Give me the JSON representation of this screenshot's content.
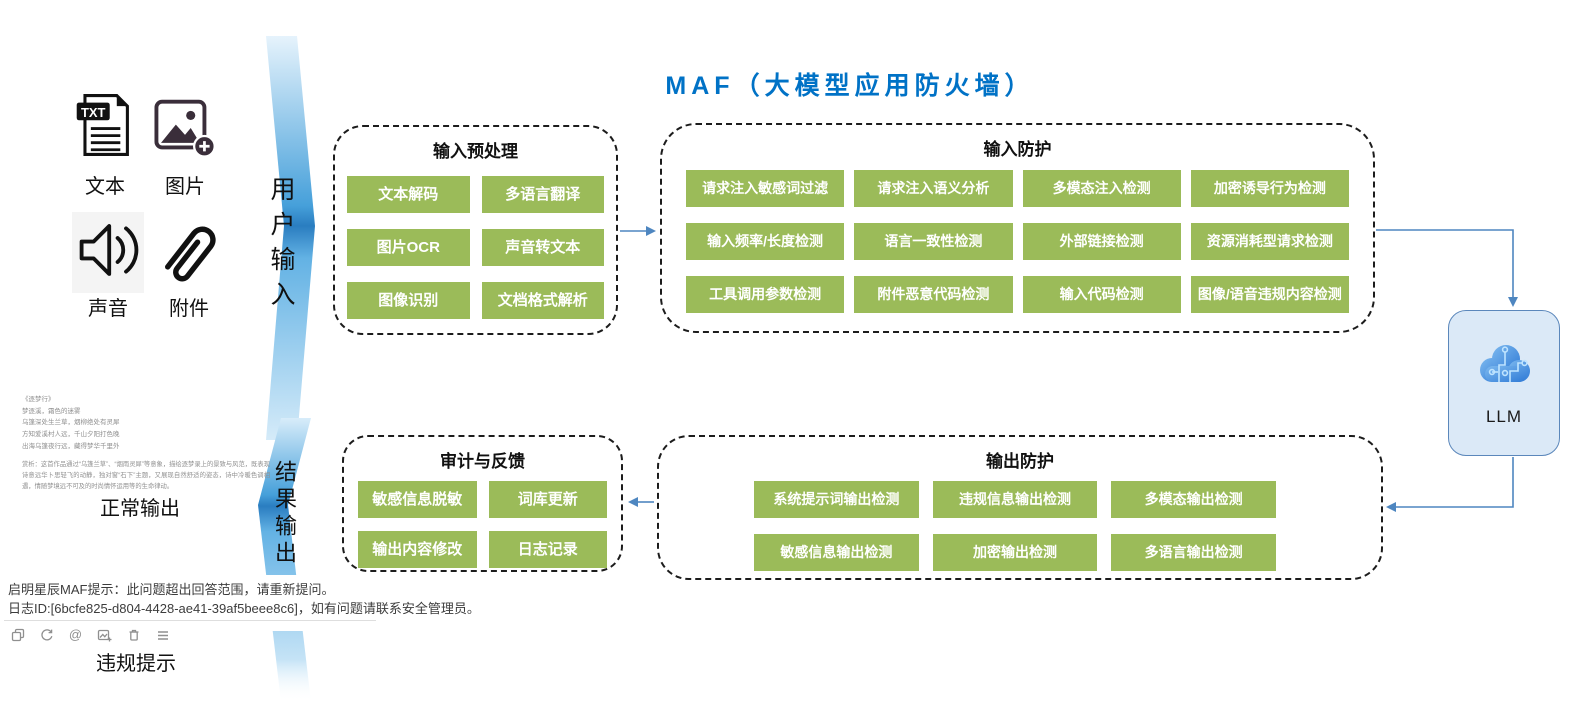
{
  "header": {
    "title": "MAF（大模型应用防火墙）"
  },
  "colors": {
    "accent_blue": "#0072c6",
    "block_green": "#9bbb59",
    "arrow_blue": "#4e86c0",
    "llm_fill": "#dbe9f7",
    "llm_border": "#5b87bb"
  },
  "inputs": {
    "items": [
      {
        "icon": "txt-file-icon",
        "label": "文本"
      },
      {
        "icon": "image-add-icon",
        "label": "图片"
      },
      {
        "icon": "speaker-icon",
        "label": "声音"
      },
      {
        "icon": "paperclip-icon",
        "label": "附件"
      }
    ]
  },
  "flow": {
    "user_input": "用户输入",
    "result_output": "结果输出"
  },
  "groups": [
    {
      "title": "输入预处理",
      "items": [
        "文本解码",
        "多语言翻译",
        "图片OCR",
        "声音转文本",
        "图像识别",
        "文档格式解析"
      ]
    },
    {
      "title": "输入防护",
      "items": [
        "请求注入敏感词过滤",
        "请求注入语义分析",
        "多模态注入检测",
        "加密诱导行为检测",
        "输入频率/长度检测",
        "语言一致性检测",
        "外部链接检测",
        "资源消耗型请求检测",
        "工具调用参数检测",
        "附件恶意代码检测",
        "输入代码检测",
        "图像/语音违规内容检测"
      ]
    },
    {
      "title": "审计与反馈",
      "items": [
        "敏感信息脱敏",
        "词库更新",
        "输出内容修改",
        "日志记录"
      ]
    },
    {
      "title": "输出防护",
      "items": [
        "系统提示词输出检测",
        "违规信息输出检测",
        "多模态输出检测",
        "敏感信息输出检测",
        "加密输出检测",
        "多语言输出检测"
      ]
    }
  ],
  "llm": {
    "label": "LLM",
    "icon": "cloud-circuit-icon"
  },
  "normal_output": {
    "label": "正常输出",
    "poem_title": "《逐梦行》",
    "poem_lines": [
      "梦逐溪，霜色的迷雾",
      "乌篷深处生兰草，烟柳绝处有灵犀",
      "方知爱溪村人远，千山夕阳打色晚",
      "出海乌篷夜行远，藏得梦华千里外"
    ],
    "analysis": "赏析：这首作品通过“乌篷兰草”、“烟雨灵犀”等意象，描绘逐梦录上的景致与风范，既表现诗意远华卜思轻飞的动静，独对窗“石下”主题，又展现自然舒适的姿态，诗中冷暖色调相遇，情随梦境远不可及的时尚情怀运用等的生命律动。"
  },
  "violation": {
    "label": "违规提示",
    "line1": "启明星辰MAF提示：此问题超出回答范围，请重新提问。",
    "line2": "日志ID:[6bcfe825-d804-4428-ae41-39af5beee8c6]，如有问题请联系安全管理员。",
    "toolbar_icons": [
      "copy-icon",
      "refresh-icon",
      "at-sign-icon",
      "image-export-icon",
      "delete-icon",
      "menu-icon"
    ]
  }
}
